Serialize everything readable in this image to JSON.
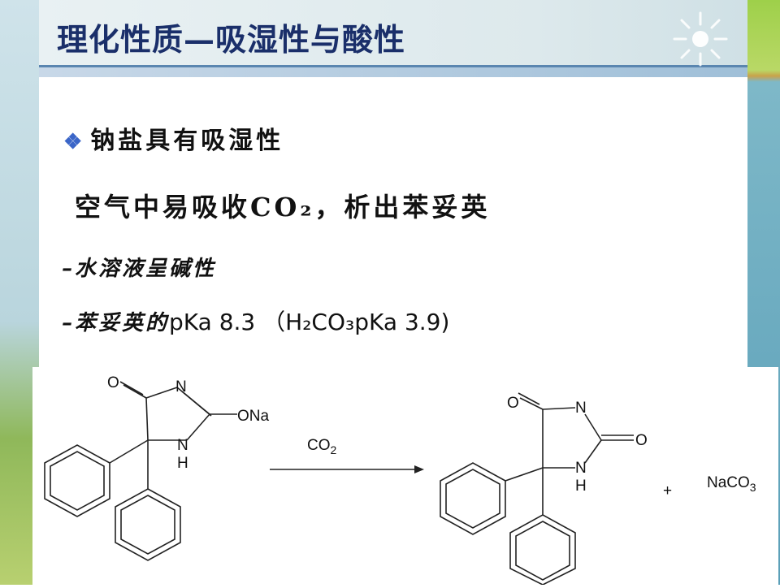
{
  "slide": {
    "title": "理化性质—吸湿性与酸性",
    "bullet_icon": "diamond-bullet-icon",
    "bullet_text": "钠盐具有吸湿性",
    "line2_text": "空气中易吸收CO₂，析出苯妥英",
    "line3_text": "–水溶液呈碱性",
    "line4_zh": "–苯妥英的",
    "line4_value": "pKa 8.3 （H₂CO₃pKa 3.9)"
  },
  "scheme": {
    "reactant_atoms": {
      "o": "O",
      "n1": "N",
      "ona": "ONa",
      "nh_n": "N",
      "nh_h": "H"
    },
    "reagent": "CO",
    "reagent_sub": "2",
    "product_atoms": {
      "o1": "O",
      "n1": "N",
      "o2": "O",
      "nh_n": "N",
      "nh_h": "H"
    },
    "plus": "+",
    "byproduct": "NaCO",
    "byproduct_sub": "3"
  },
  "colors": {
    "title": "#1a2f6a",
    "bullet": "#3b66c8",
    "accent_green": "#9ed04a",
    "accent_blue": "#5a9fb8"
  }
}
